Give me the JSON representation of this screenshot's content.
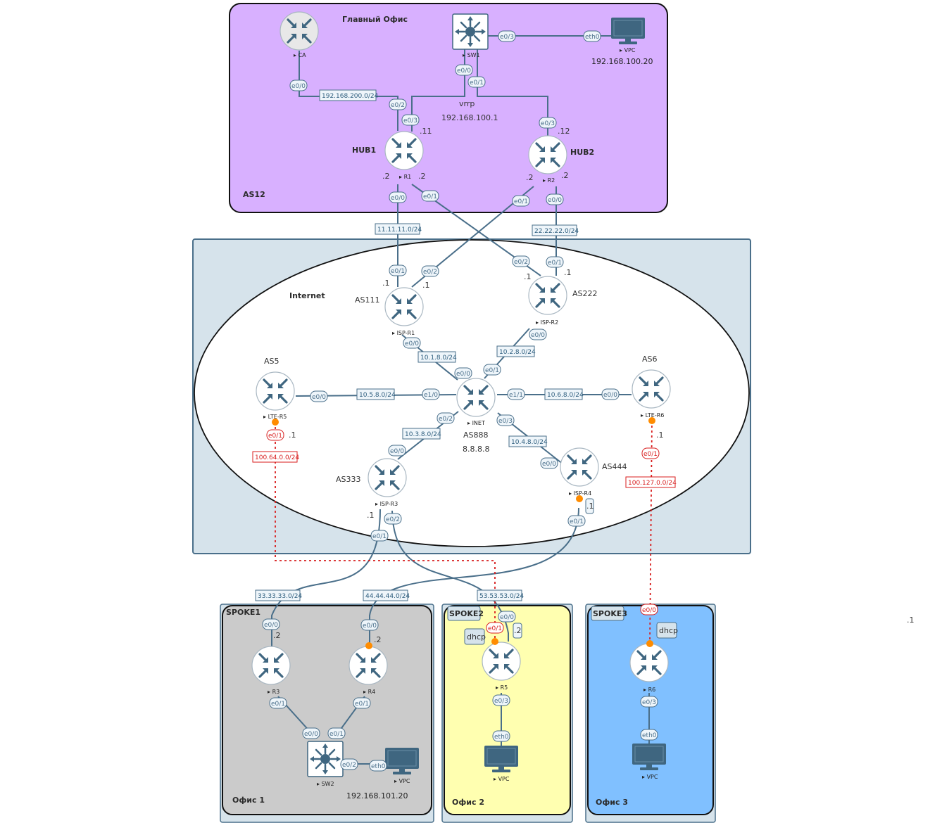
{
  "areas": {
    "main_office": "Главный Офис",
    "as12": "AS12",
    "internet": "Internet",
    "spoke1": "SPOKE1",
    "spoke2": "SPOKE2",
    "spoke3": "SPOKE3",
    "office1": "Офис 1",
    "office2": "Офис 2",
    "office3": "Офис 3"
  },
  "devices": {
    "ca": "CA",
    "sw1": "SW1",
    "vpc_main": "VPC",
    "r1": "R1",
    "r2": "R2",
    "isp_r1": "ISP-R1",
    "isp_r2": "ISP-R2",
    "inet": "INET",
    "lte_r5": "LTE-R5",
    "lte_r6": "LTE-R6",
    "isp_r3": "ISP-R3",
    "isp_r4": "ISP-R4",
    "r3": "R3",
    "r4": "R4",
    "sw2": "SW2",
    "vpc_s1": "VPC",
    "r5": "R5",
    "vpc_s2": "VPC",
    "r6": "R6",
    "vpc_s3": "VPC"
  },
  "labels": {
    "hub1": "HUB1",
    "hub2": "HUB2",
    "vrrp": "vrrp",
    "vrrp_ip": "192.168.100.1",
    "vpc_main_ip": "192.168.100.20",
    "as111": "AS111",
    "as222": "AS222",
    "as5": "AS5",
    "as6": "AS6",
    "as888": "AS888",
    "inet_ip": "8.8.8.8",
    "as333": "AS333",
    "as444": "AS444",
    "vpc_s1_ip": "192.168.101.20",
    "dhcp": "dhcp",
    "dot11": ".11",
    "dot12": ".12",
    "dot1": ".1",
    "dot2": ".2"
  },
  "networks": {
    "n_200": "192.168.200.0/24",
    "n_11": "11.11.11.0/24",
    "n_22": "22.22.22.0/24",
    "n_1_8": "10.1.8.0/24",
    "n_2_8": "10.2.8.0/24",
    "n_5_8": "10.5.8.0/24",
    "n_6_8": "10.6.8.0/24",
    "n_3_8": "10.3.8.0/24",
    "n_4_8": "10.4.8.0/24",
    "n_100_64": "100.64.0.0/24",
    "n_100_127": "100.127.0.0/24",
    "n_33": "33.33.33.0/24",
    "n_44": "44.44.44.0/24",
    "n_53": "53.53.53.0/24"
  },
  "ports": {
    "e00": "e0/0",
    "e01": "e0/1",
    "e02": "e0/2",
    "e03": "e0/3",
    "e10": "e1/0",
    "e11": "e1/1",
    "eth0": "eth0"
  },
  "colors": {
    "main_office": "#d8b0ff",
    "internet_box": "#d6e3eb",
    "spoke1": "#cbcbcb",
    "spoke2": "#ffffb0",
    "spoke3": "#80c0ff",
    "link": "#4a6f8a",
    "lte_link": "#d81e1e",
    "lte_dot": "#ff8c00"
  }
}
